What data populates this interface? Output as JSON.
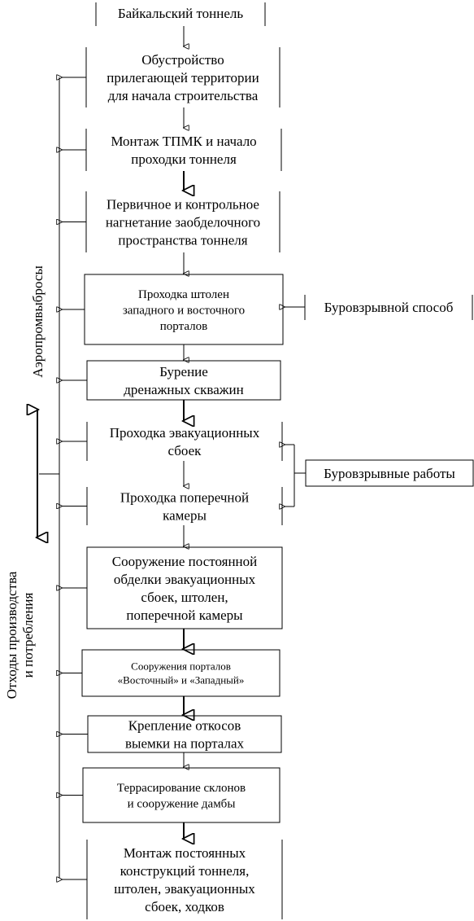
{
  "title": "Байкальский тоннель",
  "steps": [
    {
      "id": "s1",
      "lines": [
        "Обустройство",
        "прилегающей территории",
        "для начала строительства"
      ]
    },
    {
      "id": "s2",
      "lines": [
        "Монтаж ТПМК и начало",
        "проходки тоннеля"
      ]
    },
    {
      "id": "s3",
      "lines": [
        "Первичное и контрольное",
        "нагнетание заобделочного",
        "пространства тоннеля"
      ]
    },
    {
      "id": "s4",
      "lines": [
        "Проходка штолен",
        "западного и восточного",
        "порталов"
      ]
    },
    {
      "id": "s5",
      "lines": [
        "Бурение",
        "дренажных скважин"
      ]
    },
    {
      "id": "s6",
      "lines": [
        "Проходка эвакуационных",
        "сбоек"
      ]
    },
    {
      "id": "s7",
      "lines": [
        "Проходка поперечной",
        "камеры"
      ]
    },
    {
      "id": "s8",
      "lines": [
        "Сооружение постоянной",
        "обделки эвакуационных",
        "сбоек, штолен,",
        "поперечной камеры"
      ]
    },
    {
      "id": "s9",
      "lines": [
        "Сооружения порталов",
        "«Восточный» и «Западный»"
      ]
    },
    {
      "id": "s10",
      "lines": [
        "Крепление откосов",
        "выемки на порталах"
      ]
    },
    {
      "id": "s11",
      "lines": [
        "Террасирование склонов",
        "и сооружение дамбы"
      ]
    },
    {
      "id": "s12",
      "lines": [
        "Монтаж постоянных",
        "конструкций тоннеля,",
        "штолен, эвакуационных",
        "сбоек, ходков"
      ]
    }
  ],
  "side_boxes": {
    "blasting_method": "Буровзрывной способ",
    "blasting_works": "Буровзрывные работы"
  },
  "left_labels": {
    "air_emissions": "Аэропромвыбросы",
    "waste_line1": "Отходы производства",
    "waste_line2": "и потребления"
  }
}
